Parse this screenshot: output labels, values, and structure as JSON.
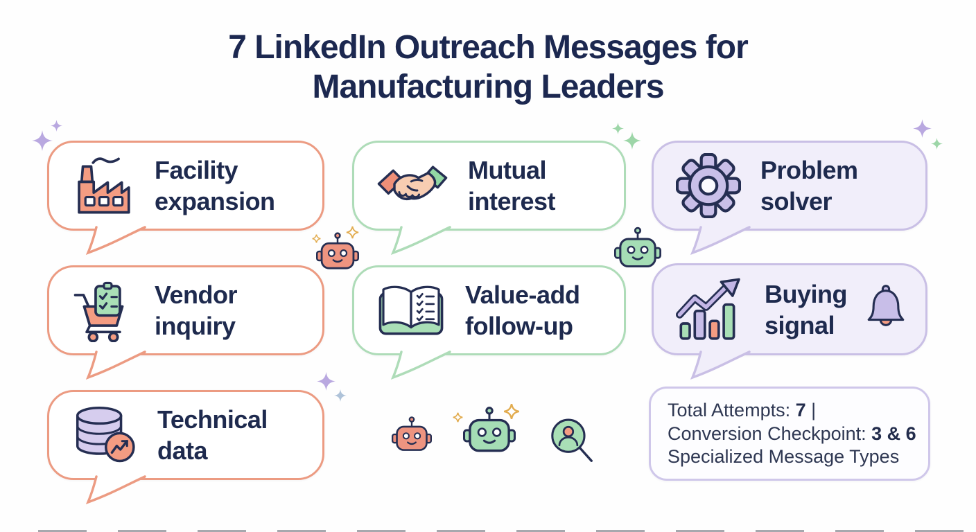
{
  "title": {
    "line1": "7 LinkedIn Outreach Messages for",
    "line2": "Manufacturing Leaders"
  },
  "bubbles": [
    {
      "line1": "Facility",
      "line2": "expansion",
      "icon": "factory-icon",
      "theme": "coral"
    },
    {
      "line1": "Mutual",
      "line2": "interest",
      "icon": "handshake-icon",
      "theme": "green"
    },
    {
      "line1": "Problem",
      "line2": "solver",
      "icon": "gear-icon",
      "theme": "purple"
    },
    {
      "line1": "Vendor",
      "line2": "inquiry",
      "icon": "cart-checklist-icon",
      "theme": "coral"
    },
    {
      "line1": "Value-add",
      "line2": "follow-up",
      "icon": "open-book-checklist-icon",
      "theme": "green"
    },
    {
      "line1": "Buying",
      "line2": "signal",
      "icon": "growth-chart-icon",
      "icon2": "bell-icon",
      "theme": "purple"
    },
    {
      "line1": "Technical",
      "line2": "data",
      "icon": "database-trend-icon",
      "theme": "coral"
    }
  ],
  "stats": {
    "lines": [
      {
        "pre": "Total Attempts: ",
        "bold": "7",
        "post": " |"
      },
      {
        "pre": "Conversion Checkpoint: ",
        "bold": "3 & 6",
        "post": ""
      },
      {
        "pre": "Specialized Message Types",
        "bold": "",
        "post": ""
      }
    ]
  },
  "decorations": {
    "robots": [
      "robot-coral-icon",
      "robot-green-icon",
      "robot-coral-icon",
      "robot-green-icon",
      "person-magnifier-icon"
    ],
    "sparkles": [
      "purple",
      "green",
      "gold",
      "blue-grey"
    ]
  },
  "colors": {
    "title_navy": "#1C2850",
    "coral": "#EC9B82",
    "green": "#AEDCB8",
    "purple_border": "#C9BFE5",
    "lavender_fill": "#F1EEFA",
    "icon_outline_navy": "#252E52",
    "gold": "#E2AC4F",
    "skin": "#F8CDB2"
  }
}
